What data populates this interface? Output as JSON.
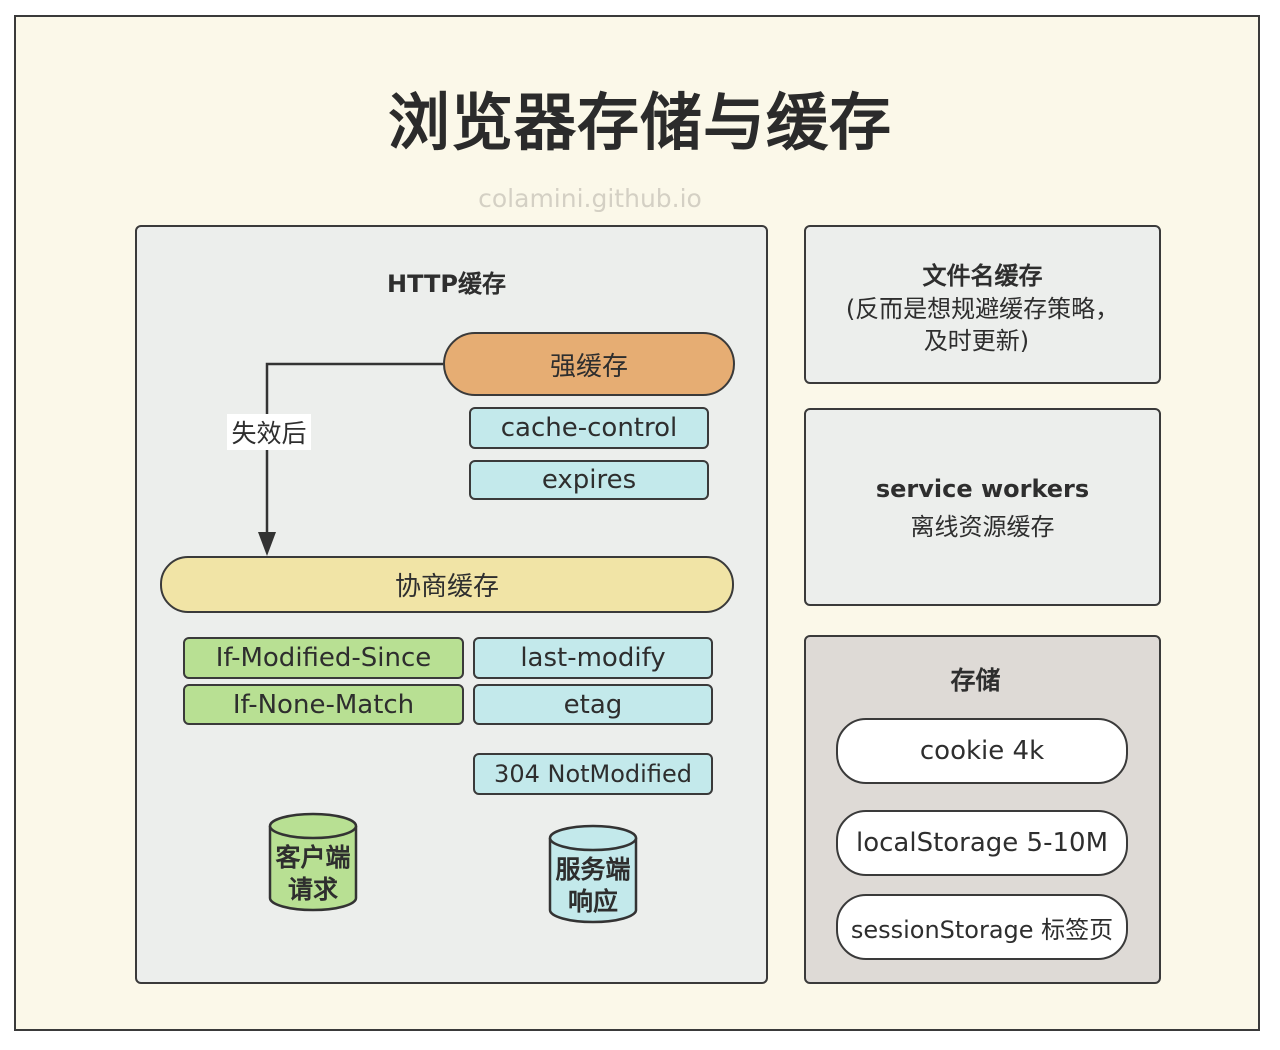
{
  "title": "浏览器存储与缓存",
  "watermark": "colamini.github.io",
  "http_cache": {
    "heading": "HTTP缓存",
    "strong_cache": "强缓存",
    "strong_items": [
      "cache-control",
      "expires"
    ],
    "arrow_label": "失效后",
    "negotiate_cache": "协商缓存",
    "request_headers": [
      "If-Modified-Since",
      "If-None-Match"
    ],
    "response_headers": [
      "last-modify",
      "etag"
    ],
    "status": "304 NotModified",
    "client_cylinder": [
      "客户端",
      "请求"
    ],
    "server_cylinder": [
      "服务端",
      "响应"
    ]
  },
  "filename_cache": {
    "heading": "文件名缓存",
    "line1": "(反而是想规避缓存策略，",
    "line2": "及时更新)"
  },
  "service_workers": {
    "heading": "service workers",
    "subtitle": "离线资源缓存"
  },
  "storage": {
    "heading": "存储",
    "items": [
      "cookie 4k",
      "localStorage 5-10M",
      "sessionStorage 标签页"
    ]
  },
  "colors": {
    "page_bg": "#fbf8e9",
    "panel_bg": "#eceeec",
    "storage_bg": "#dedad6",
    "strong_cache": "#e6ad73",
    "negotiate_cache": "#f1e4a6",
    "cyan_tag": "#c3e9eb",
    "green_tag": "#b8e093"
  }
}
